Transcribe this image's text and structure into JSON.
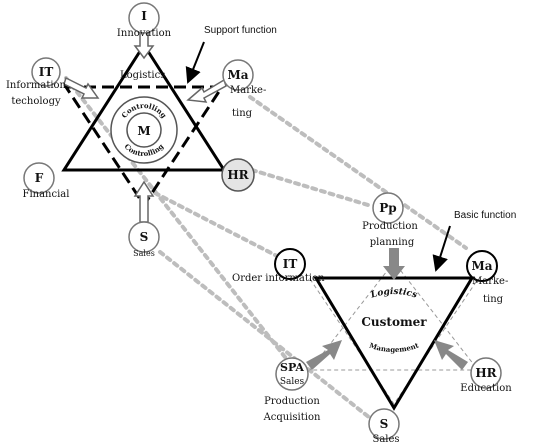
{
  "annotations": {
    "support_function": "Support function",
    "basic_function": "Basic function"
  },
  "left_triangle": {
    "top_label": "Logistics",
    "center_code": "M",
    "ring_top": "Controlling",
    "ring_bottom": "Controlling",
    "nodes": {
      "innovation": {
        "code": "I",
        "label": "Innovation"
      },
      "it": {
        "code": "IT",
        "label_line1": "Information",
        "label_line2": "techology"
      },
      "marketing": {
        "code": "Ma",
        "label_line1": "Marke-",
        "label_line2": "ting"
      },
      "financial": {
        "code": "F",
        "label": "Financial"
      },
      "hr": {
        "code": "HR"
      },
      "sales": {
        "code": "S",
        "label": "Sales"
      }
    }
  },
  "right_triangle": {
    "center_title": "Customer",
    "ring_top": "Logistics",
    "ring_bottom": "Management",
    "nodes": {
      "production_planning": {
        "code": "Pp",
        "label_line1": "Production",
        "label_line2": "planning"
      },
      "order_information": {
        "code": "IT",
        "label": "Order information"
      },
      "marketing": {
        "code": "Ma",
        "label_line1": "Marke-",
        "label_line2": "ting"
      },
      "education": {
        "code": "HR",
        "label": "Education"
      },
      "spa": {
        "code": "SPA",
        "label_line1": "Sales",
        "label_line2": "Production",
        "label_line3": "Acquisition"
      },
      "sales": {
        "code": "S",
        "label": "Sales"
      }
    }
  }
}
